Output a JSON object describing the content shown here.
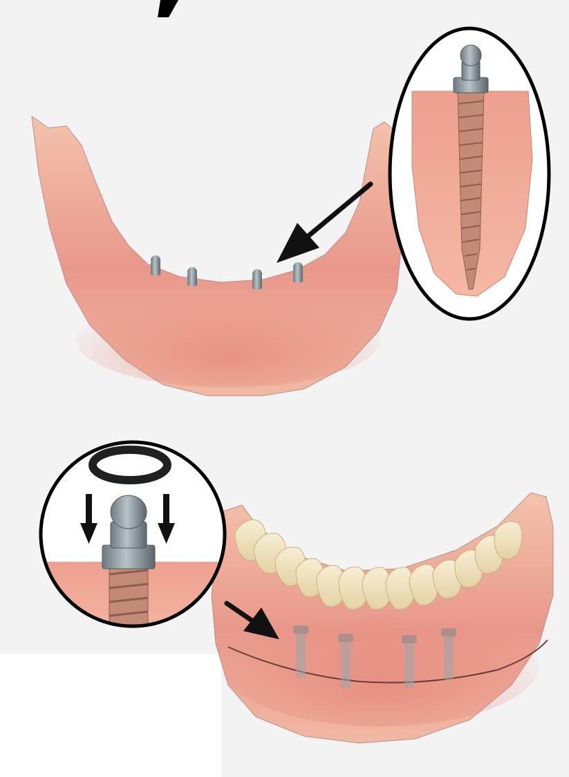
{
  "colors": {
    "background": "#f3f3f3",
    "gum_light": "#f2b9a2",
    "gum_mid": "#e58c7b",
    "gum_dark": "#cf6e63",
    "implant_metal": "#8e9ba1",
    "implant_metal_dark": "#5b676d",
    "screw_thread": "#c48a78",
    "tooth": "#f3e6c4",
    "tooth_shadow": "#d9c79d",
    "arrow": "#111111",
    "callout_border": "#000000",
    "o_ring": "#1e2022"
  },
  "icons": {
    "top_callout": "implant-screw-closeup-icon",
    "bottom_callout": "o-ring-attachment-icon",
    "arrow": "pointer-arrow-icon"
  },
  "figure": {
    "panel_top": {
      "subject": "lower-jaw-with-four-implants",
      "implant_count": 4
    },
    "panel_bottom": {
      "subject": "lower-denture-snapped-onto-implants",
      "implant_count": 4
    }
  }
}
